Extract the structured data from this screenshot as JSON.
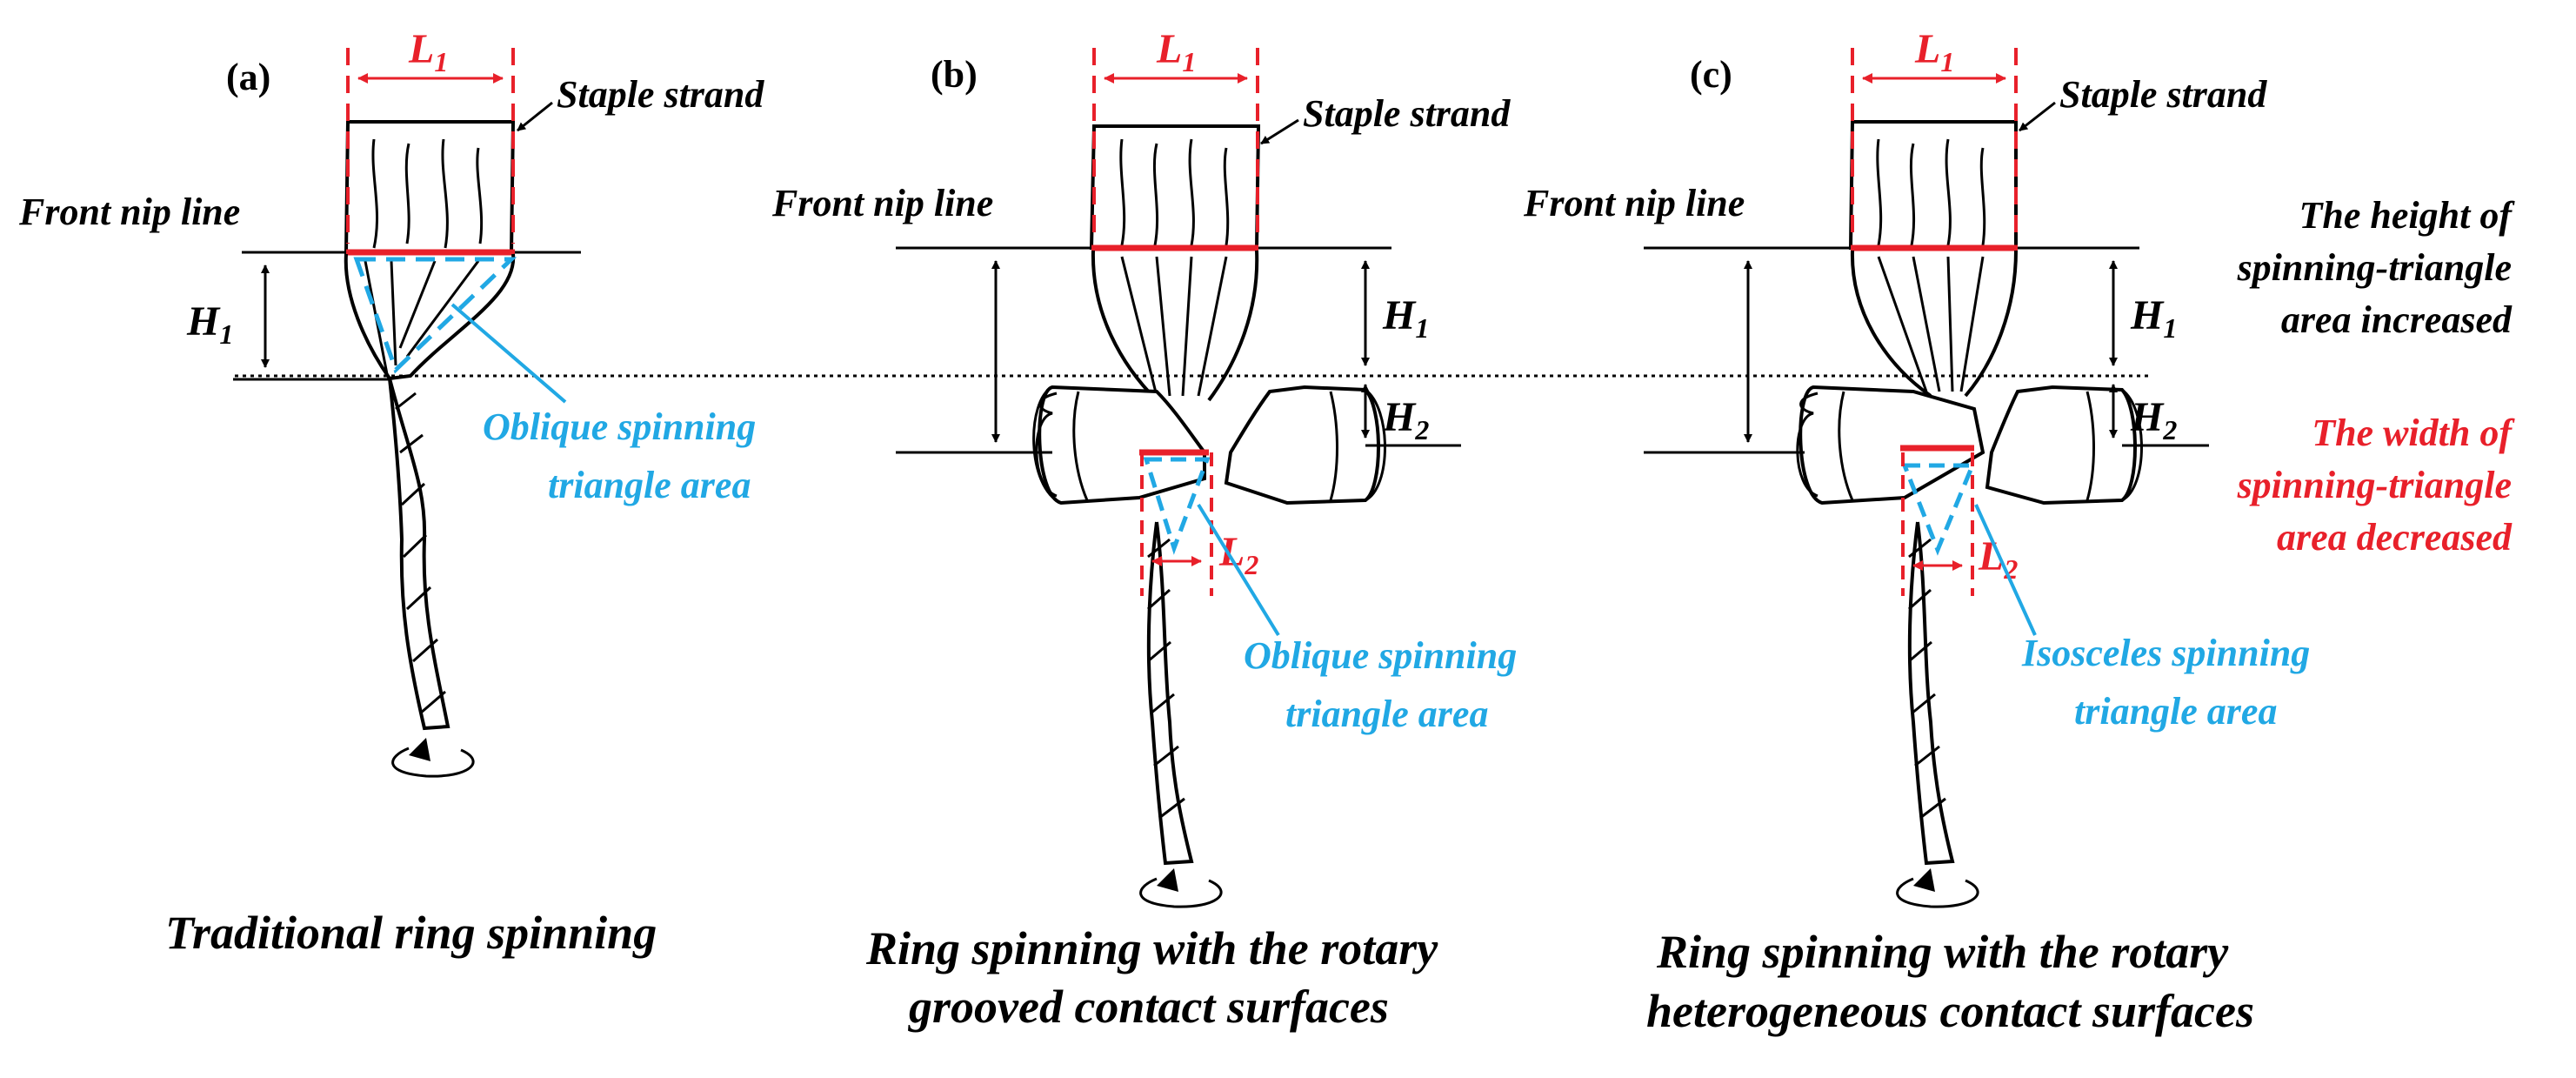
{
  "panels": [
    {
      "label": "(a)",
      "L1": "L",
      "L1_sub": "1",
      "H1": "H",
      "H1_sub": "1",
      "strand": "Staple strand",
      "nip": "Front nip line",
      "triangle": [
        "Oblique spinning",
        "triangle area"
      ],
      "caption": [
        "Traditional ring spinning"
      ]
    },
    {
      "label": "(b)",
      "L1": "L",
      "L1_sub": "1",
      "H1": "H",
      "H1_sub": "1",
      "H2": "H",
      "H2_sub": "2",
      "L2": "L",
      "L2_sub": "2",
      "strand": "Staple strand",
      "nip": "Front nip line",
      "triangle": [
        "Oblique spinning",
        "triangle area"
      ],
      "caption": [
        "Ring spinning with the rotary",
        "grooved contact surfaces"
      ]
    },
    {
      "label": "(c)",
      "L1": "L",
      "L1_sub": "1",
      "H1": "H",
      "H1_sub": "1",
      "H2": "H",
      "H2_sub": "2",
      "L2": "L",
      "L2_sub": "2",
      "strand": "Staple strand",
      "nip": "Front nip line",
      "triangle": [
        "Isosceles spinning",
        "triangle area"
      ],
      "caption": [
        "Ring spinning with the rotary",
        "heterogeneous contact surfaces"
      ]
    }
  ],
  "notes": {
    "height": [
      "The height of",
      "spinning-triangle",
      "area increased"
    ],
    "width": [
      "The width of",
      "spinning-triangle",
      "area decreased"
    ]
  },
  "colors": {
    "red": "#e8202a",
    "blue": "#21a8e4",
    "black": "#000000"
  }
}
